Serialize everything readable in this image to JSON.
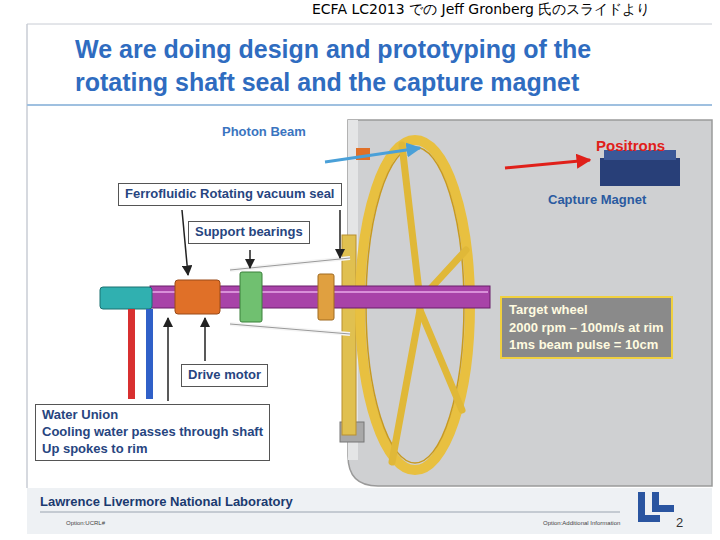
{
  "diagram": {
    "title": "We are doing design and prototyping of the rotating shaft seal and the capture magnet",
    "nodes": [
      {
        "text": [
          "Ferrofluidic Rotating vacuum seal"
        ]
      },
      {
        "text": [
          "Support bearings"
        ]
      },
      {
        "text": [
          "Drive motor"
        ]
      },
      {
        "text": [
          "Water Union",
          "Cooling water passes through shaft",
          "Up spokes to rim"
        ]
      },
      {
        "text": [
          "Target wheel",
          "2000 rpm – 100m/s at rim",
          "1ms beam pulse = 10cm"
        ]
      }
    ],
    "labels": [
      "ECFA LC2013 での Jeff Gronberg 氏のスライドより",
      "Photon Beam",
      "Positrons",
      "Capture Magnet",
      "Lawrence Livermore National Laboratory",
      "Option:UCRL#",
      "Option:Additional Information",
      "2"
    ]
  }
}
